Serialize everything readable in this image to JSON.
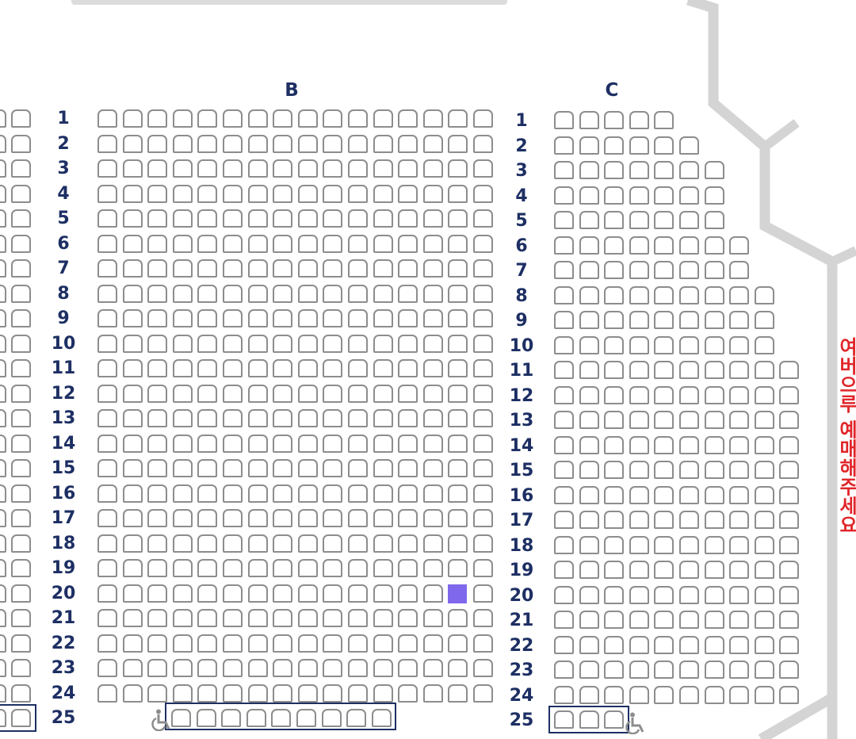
{
  "sections": {
    "b": {
      "label": "B"
    },
    "c": {
      "label": "C"
    }
  },
  "rows": [
    "1",
    "2",
    "3",
    "4",
    "5",
    "6",
    "7",
    "8",
    "9",
    "10",
    "11",
    "12",
    "13",
    "14",
    "15",
    "16",
    "17",
    "18",
    "19",
    "20",
    "21",
    "22",
    "23",
    "24",
    "25"
  ],
  "section_a_counts": [
    2,
    2,
    2,
    2,
    2,
    2,
    2,
    2,
    2,
    2,
    2,
    2,
    2,
    2,
    2,
    2,
    2,
    2,
    2,
    2,
    2,
    2,
    2,
    2,
    2
  ],
  "section_b_counts": [
    16,
    16,
    16,
    16,
    16,
    16,
    16,
    16,
    16,
    16,
    16,
    16,
    16,
    16,
    16,
    16,
    16,
    16,
    16,
    16,
    16,
    16,
    16,
    16,
    9
  ],
  "section_c_counts": [
    5,
    6,
    7,
    7,
    7,
    8,
    8,
    9,
    9,
    9,
    10,
    10,
    10,
    10,
    10,
    10,
    10,
    10,
    10,
    10,
    10,
    10,
    10,
    10,
    3
  ],
  "selected_seat": {
    "section": "B",
    "row": "20",
    "seat": 15
  },
  "colors": {
    "seat_border": "#8d8d8d",
    "selected_seat": "#8068ec",
    "row_label": "#1d2f63",
    "wall": "#d4d4d4",
    "notice": "#e0262a"
  },
  "icons": {
    "wheelchair": "wheelchair-icon"
  },
  "notice": {
    "text": "여버으루 예매해주세요"
  }
}
